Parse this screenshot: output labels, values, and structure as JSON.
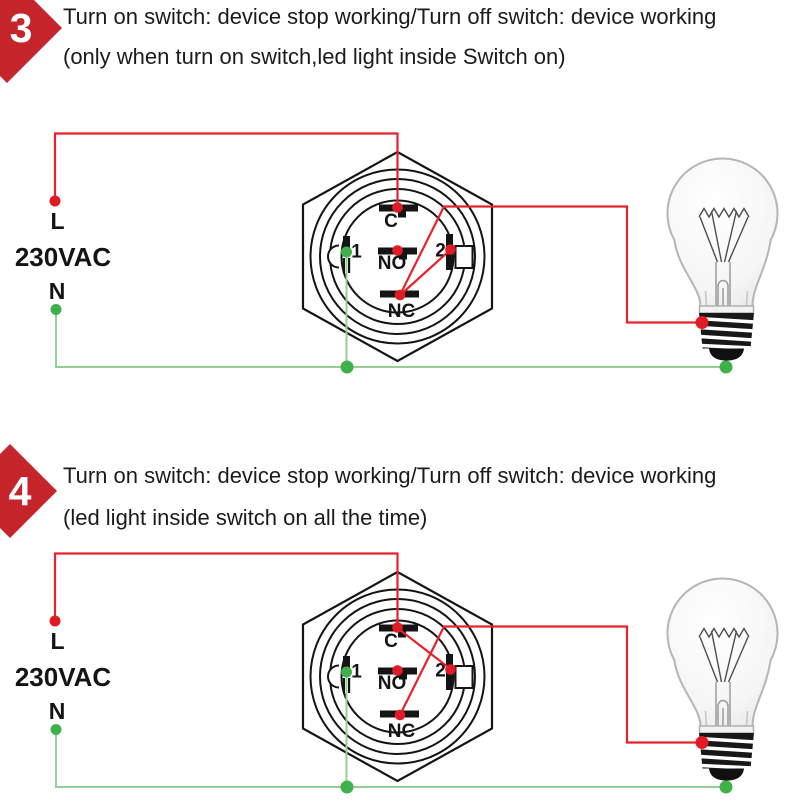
{
  "panels": [
    {
      "badge": "3",
      "caption_line1": "Turn on switch: device stop working/Turn off switch: device working",
      "caption_line2": "(only when turn on switch,led light inside Switch on)"
    },
    {
      "badge": "4",
      "caption_line1": "Turn on switch: device stop working/Turn off switch: device working",
      "caption_line2": "(led light inside switch on all the time)"
    }
  ],
  "diagram": {
    "live_label": "L",
    "neutral_label": "N",
    "voltage_label": "230VAC",
    "terminals": {
      "common": "C",
      "normally_open": "NO",
      "normally_closed": "NC",
      "led_pin_1": "1",
      "led_pin_2": "2"
    }
  },
  "colors": {
    "wire_red": "#e8222b",
    "wire_green": "#95cf97",
    "dot_red": "#e01b24",
    "dot_green": "#3fb14a",
    "badge_red": "#c5242b",
    "text_black": "#1b1b1b",
    "bulb_outline": "#b5b5b5"
  }
}
